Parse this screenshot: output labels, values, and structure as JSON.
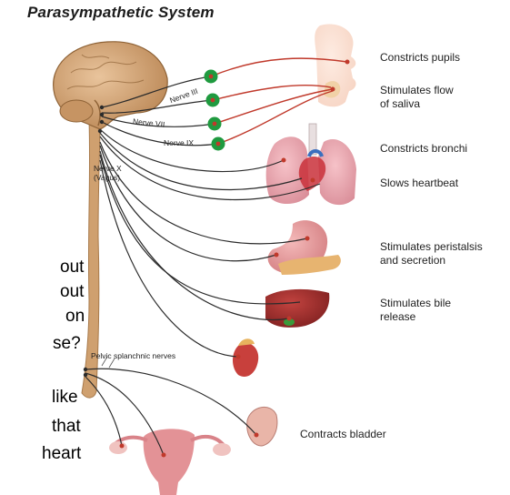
{
  "title": "Parasympathetic System",
  "effects": [
    "Constricts pupils",
    "Stimulates flow\nof saliva",
    "Constricts bronchi",
    "Slows heartbeat",
    "Stimulates peristalsis\nand secretion",
    "Stimulates bile\nrelease",
    "Contracts bladder"
  ],
  "nerves": {
    "n3": "Nerve III",
    "n7": "Nerve VII",
    "n9": "Nerve IX",
    "n10": "Nerve X\n(Vagus)",
    "pelvic": "Pelvic splanchnic nerves"
  },
  "background_text": [
    "out",
    "out",
    "on",
    "se?",
    "like",
    "that",
    "heart"
  ],
  "colors": {
    "brain": "#d6a879",
    "cord": "#d4a06f",
    "ganglion": "#1f9a3f",
    "nerve_red": "#c0392b",
    "nerve_dark": "#2b2b2b"
  }
}
